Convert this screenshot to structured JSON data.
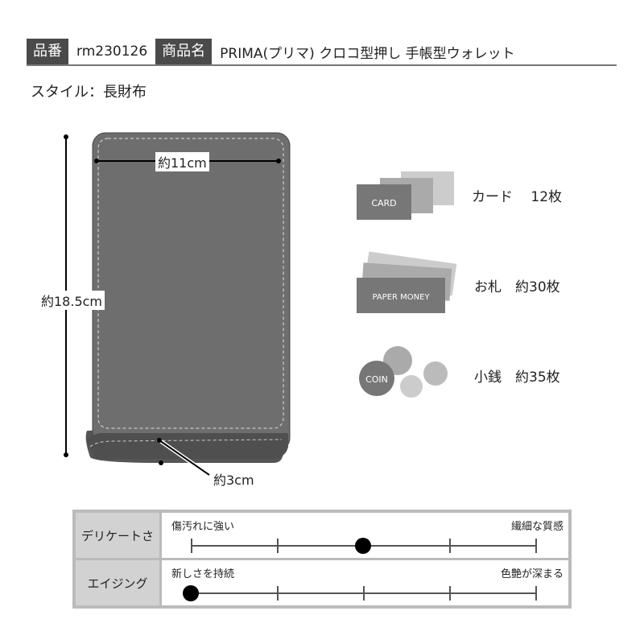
{
  "header": {
    "code_label": "品番",
    "code": "rm230126",
    "name_label": "商品名",
    "name": "PRIMA(プリマ) クロコ型押し 手帳型ウォレット"
  },
  "style_text": "スタイル：長財布",
  "dimensions": {
    "width": "約11cm",
    "height": "約18.5cm",
    "depth": "約3cm"
  },
  "capacity": [
    {
      "icon": "card-icon",
      "icon_text": "CARD",
      "label": "カード　 12枚"
    },
    {
      "icon": "paper-money-icon",
      "icon_text": "PAPER MONEY",
      "label": "お札　約30枚"
    },
    {
      "icon": "coin-icon",
      "icon_text": "COIN",
      "label": "小銭　約35枚"
    }
  ],
  "scales": [
    {
      "label": "デリケートさ",
      "left": "傷汚れに強い",
      "right": "繊細な質感",
      "position": 0.5
    },
    {
      "label": "エイジング",
      "left": "新しさを持続",
      "right": "色艶が深まる",
      "position": 0
    }
  ],
  "colors": {
    "wallet": "#6e6e6e",
    "wallet_dark": "#555555"
  }
}
